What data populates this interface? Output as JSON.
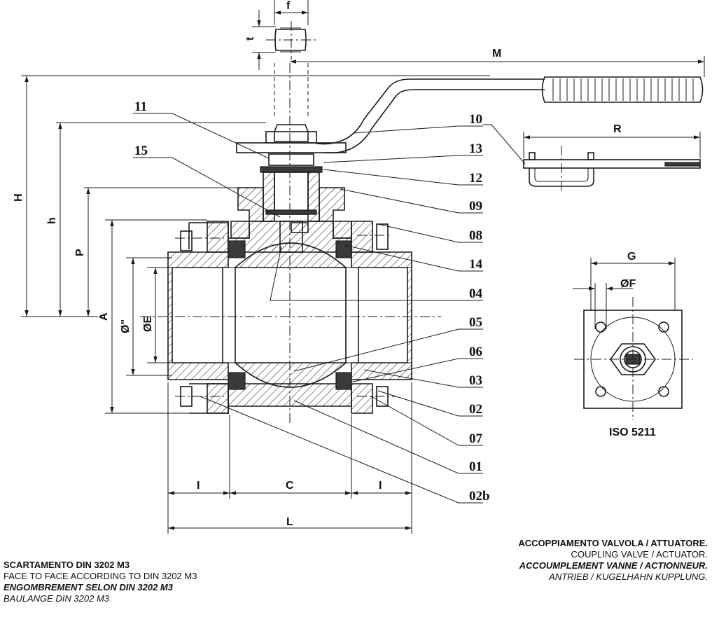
{
  "dimensions": {
    "f": "f",
    "t": "t",
    "M": "M",
    "H": "H",
    "h": "h",
    "P": "P",
    "A": "A",
    "phi_inch": "Ø\"",
    "phi_E": "ØE",
    "R": "R",
    "G": "G",
    "phi_F": "ØF",
    "I_left": "I",
    "C": "C",
    "I_right": "I",
    "L": "L"
  },
  "parts": {
    "p11": "11",
    "p15": "15",
    "p10": "10",
    "p13": "13",
    "p12": "12",
    "p09": "09",
    "p08": "08",
    "p14": "14",
    "p04": "04",
    "p05": "05",
    "p06": "06",
    "p03": "03",
    "p02": "02",
    "p07": "07",
    "p01": "01",
    "p02b": "02b"
  },
  "flange_standard": "ISO 5211",
  "notes": {
    "left": {
      "line1": "SCARTAMENTO DIN 3202 M3",
      "line2": "FACE TO FACE ACCORDING TO DIN 3202 M3",
      "line3": "ENGOMBREMENT SELON DIN 3202 M3",
      "line4": "BAULANGE DIN 3202 M3"
    },
    "right": {
      "line1": "ACCOPPIAMENTO VALVOLA / ATTUATORE.",
      "line2": "COUPLING VALVE / ACTUATOR.",
      "line3": "ACCOUMPLEMENT VANNE / ACTIONNEUR.",
      "line4": "ANTRIEB / KUGELHAHN KUPPLUNG."
    }
  }
}
